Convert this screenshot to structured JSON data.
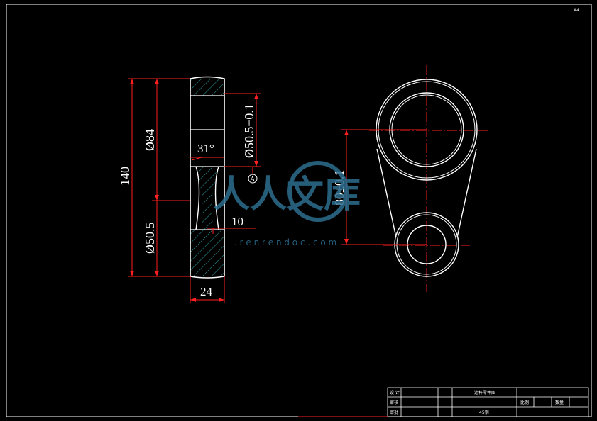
{
  "drawing": {
    "corner_label": "A4",
    "colors": {
      "background": "#000000",
      "line": "#ffffff",
      "dimension": "#ff2020",
      "center_line": "#ff2020",
      "hatch": "#2aa6a6",
      "watermark": "#2d6e8f"
    }
  },
  "section_view": {
    "dims": {
      "total_height": "140",
      "upper_dia": "Ø84",
      "lower_dia": "Ø50.5",
      "bore_dia": "Ø50.5±0.1",
      "angle": "31°",
      "depth": "10",
      "width": "24",
      "datum": "A"
    }
  },
  "plan_view": {
    "dims": {
      "center_distance": "80±0.1"
    }
  },
  "watermark": {
    "text": "人人文库",
    "url": ". r e n r e n d o c . c o m"
  },
  "title_block": {
    "row1_label": "设 计",
    "title": "连杆零件图",
    "row2_label": "审核",
    "scale_label": "比例",
    "qty_label": "数量",
    "row3_label": "审批",
    "material": "45钢"
  }
}
